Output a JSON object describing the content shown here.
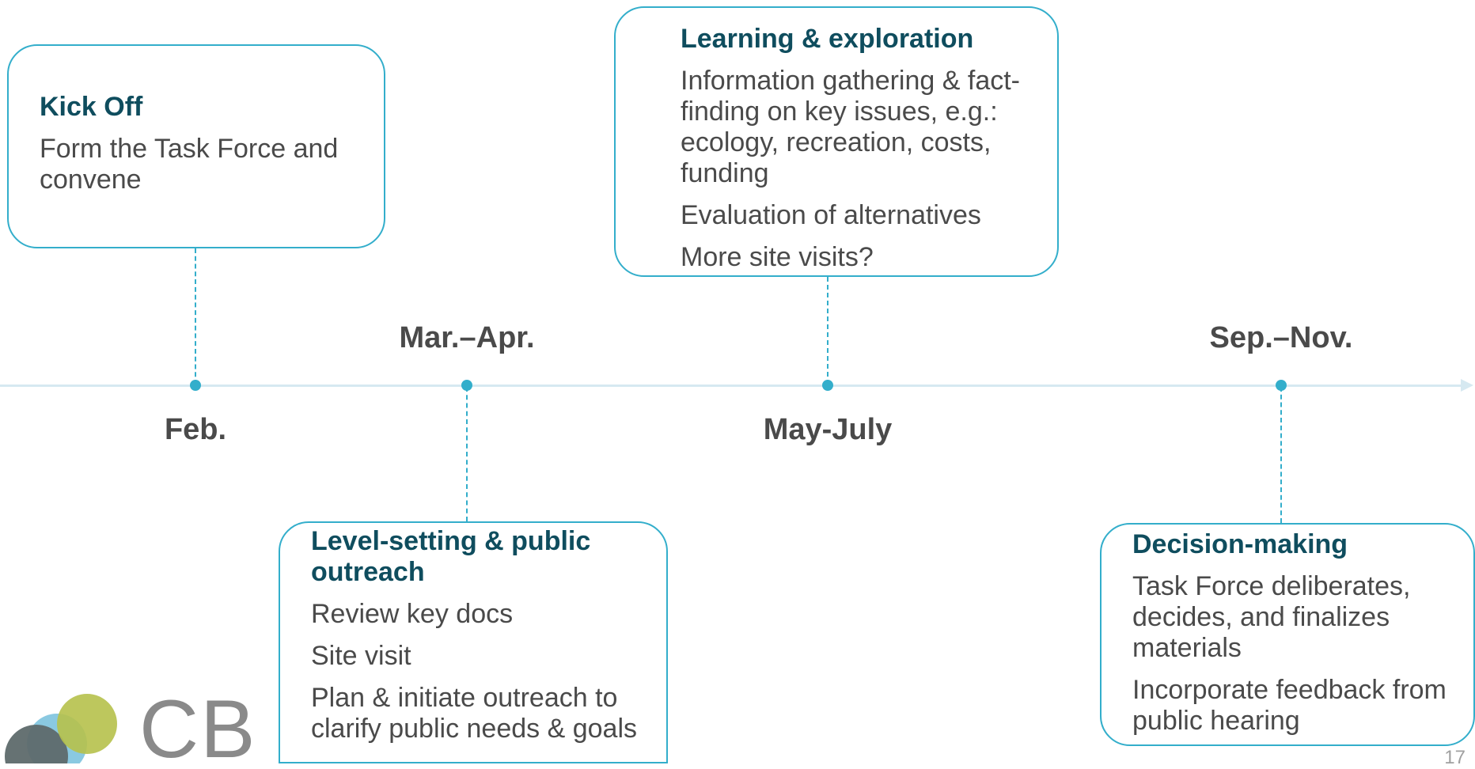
{
  "timeline": {
    "dates": {
      "feb": "Feb.",
      "mar_apr": "Mar.–Apr.",
      "may_july": "May-July",
      "sep_nov": "Sep.–Nov."
    },
    "boxes": {
      "kick_off": {
        "title": "Kick Off",
        "items": [
          "Form the Task Force and convene"
        ]
      },
      "level_setting": {
        "title": "Level-setting & public outreach",
        "items": [
          "Review key docs",
          "Site visit",
          "Plan & initiate outreach to clarify public needs & goals"
        ]
      },
      "learning": {
        "title": "Learning & exploration",
        "items": [
          "Information gathering & fact-finding on key issues, e.g.: ecology, recreation, costs, funding",
          "Evaluation of alternatives",
          "More site visits?"
        ]
      },
      "decision": {
        "title": "Decision-making",
        "items": [
          "Task Force deliberates, decides, and finalizes materials",
          "Incorporate feedback from public hearing"
        ]
      }
    }
  },
  "logo": {
    "text": "CBI"
  },
  "page_number": "17",
  "colors": {
    "accent": "#33aecb",
    "title": "#0f4d5e",
    "axis": "#d6e9f1",
    "logo_green": "#b6c14b",
    "logo_blue": "#7dc3de",
    "logo_gray": "#5e6a6c"
  }
}
